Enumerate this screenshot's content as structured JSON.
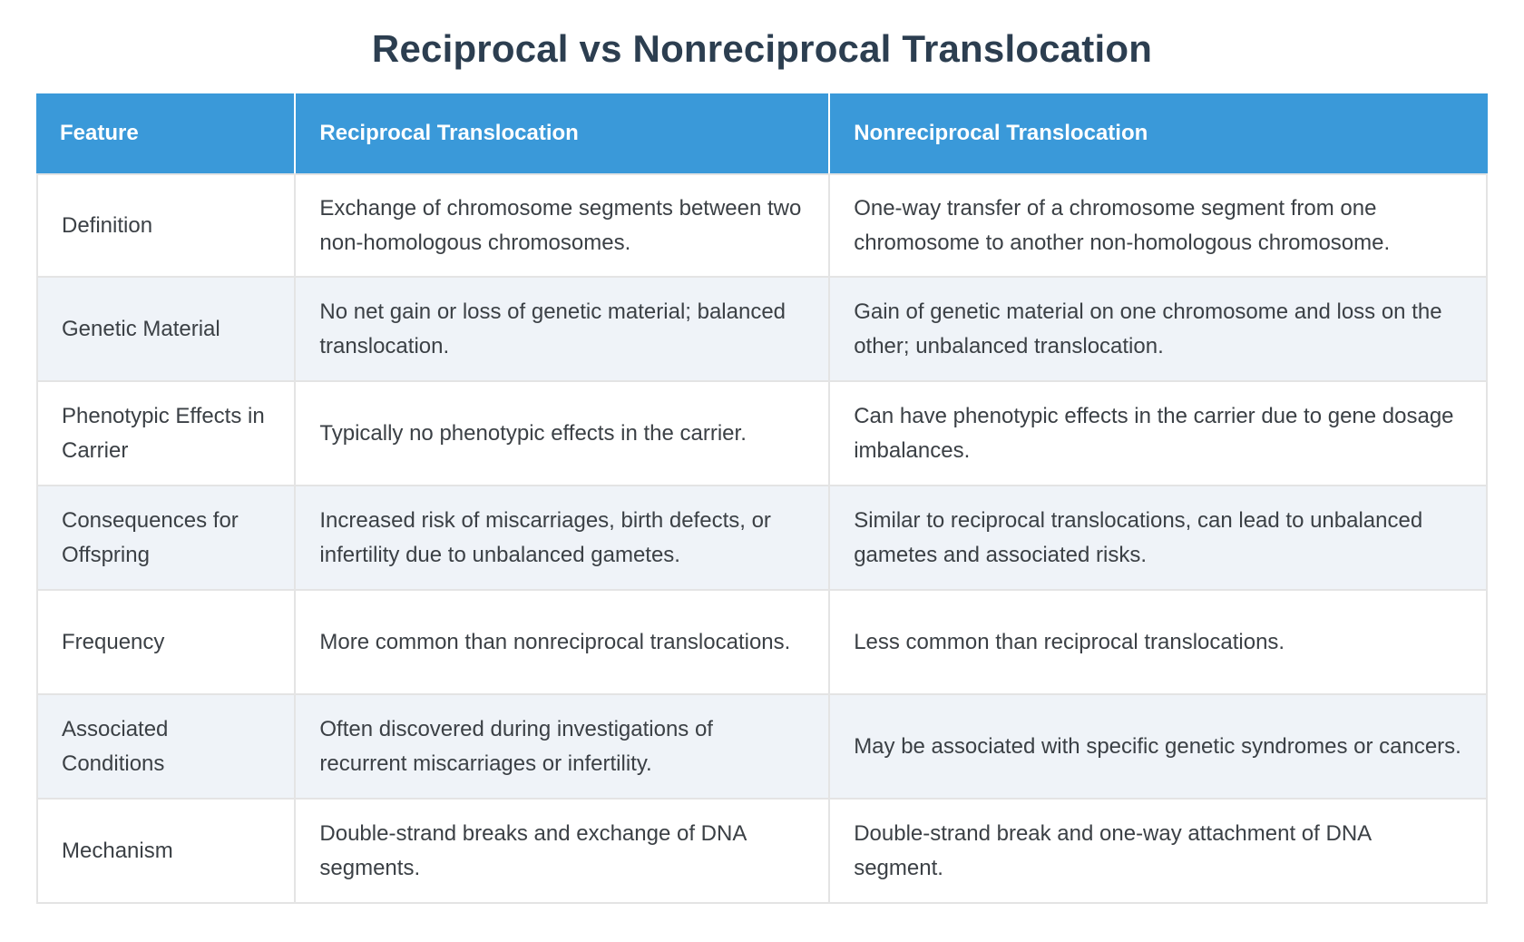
{
  "page": {
    "title": "Reciprocal vs Nonreciprocal Translocation"
  },
  "table": {
    "headers": [
      "Feature",
      "Reciprocal Translocation",
      "Nonreciprocal Translocation"
    ],
    "rows": [
      {
        "feature": "Definition",
        "reciprocal": "Exchange of chromosome segments between two non-homologous chromosomes.",
        "nonreciprocal": "One-way transfer of a chromosome segment from one chromosome to another non-homologous chromosome."
      },
      {
        "feature": "Genetic Material",
        "reciprocal": "No net gain or loss of genetic material; balanced translocation.",
        "nonreciprocal": "Gain of genetic material on one chromosome and loss on the other; unbalanced translocation."
      },
      {
        "feature": "Phenotypic Effects in Carrier",
        "reciprocal": "Typically no phenotypic effects in the carrier.",
        "nonreciprocal": "Can have phenotypic effects in the carrier due to gene dosage imbalances."
      },
      {
        "feature": "Consequences for Offspring",
        "reciprocal": "Increased risk of miscarriages, birth defects, or infertility due to unbalanced gametes.",
        "nonreciprocal": "Similar to reciprocal translocations, can lead to unbalanced gametes and associated risks."
      },
      {
        "feature": "Frequency",
        "reciprocal": "More common than nonreciprocal translocations.",
        "nonreciprocal": "Less common than reciprocal translocations."
      },
      {
        "feature": "Associated Conditions",
        "reciprocal": "Often discovered during investigations of recurrent miscarriages or infertility.",
        "nonreciprocal": "May be associated with specific genetic syndromes or cancers."
      },
      {
        "feature": "Mechanism",
        "reciprocal": "Double-strand breaks and exchange of DNA segments.",
        "nonreciprocal": "Double-strand break and one-way attachment of DNA segment."
      }
    ],
    "colors": {
      "header_bg": "#3a99d9",
      "header_text": "#ffffff",
      "row_bg": "#ffffff",
      "row_alt_bg": "#eff3f8",
      "border": "#e4e4e4",
      "title_text": "#2c3e50",
      "body_text": "#3b4045"
    }
  }
}
